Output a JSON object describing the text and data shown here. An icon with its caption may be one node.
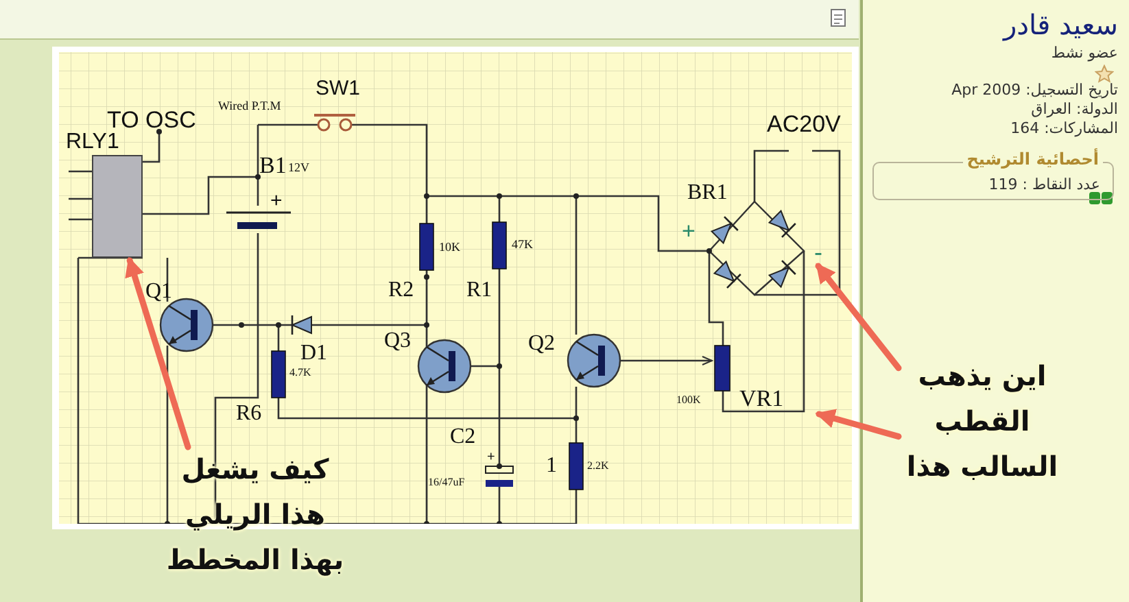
{
  "diagram": {
    "nodes": [
      {
        "text": [
          "كيف يشغل هذا الريلي بهذا المخطط"
        ]
      },
      {
        "text": [
          "RLY1"
        ]
      },
      {
        "text": [
          "اين يذهب القطب السالب هذا"
        ]
      },
      {
        "text": [
          "-"
        ]
      },
      {
        "text": [
          "أحصائية الترشيح",
          "عدد النقاط : 119"
        ]
      }
    ],
    "edges": [
      {
        "from": 0,
        "to": 1,
        "arrow": "to"
      },
      {
        "from": 2,
        "to": 3,
        "arrow": "to"
      },
      {
        "from": 2,
        "to": null,
        "arrow": "to"
      }
    ],
    "labels": [
      "سعيد قادر",
      "عضو نشط",
      "تاريخ التسجيل: Apr 2009",
      "الدولة: العراق",
      "المشاركات: 164",
      "TO OSC",
      "Wired P.T.M",
      "SW1",
      "B1",
      "12V",
      "+",
      "AC20V",
      "BR1",
      "+",
      "10K",
      "47K",
      "R2",
      "R1",
      "Q1",
      "D1",
      "4.7K",
      "Q3",
      "Q2",
      "100K",
      "VR1",
      "R6",
      "C2",
      "+",
      "16/47uF",
      "1",
      "2.2K"
    ]
  }
}
